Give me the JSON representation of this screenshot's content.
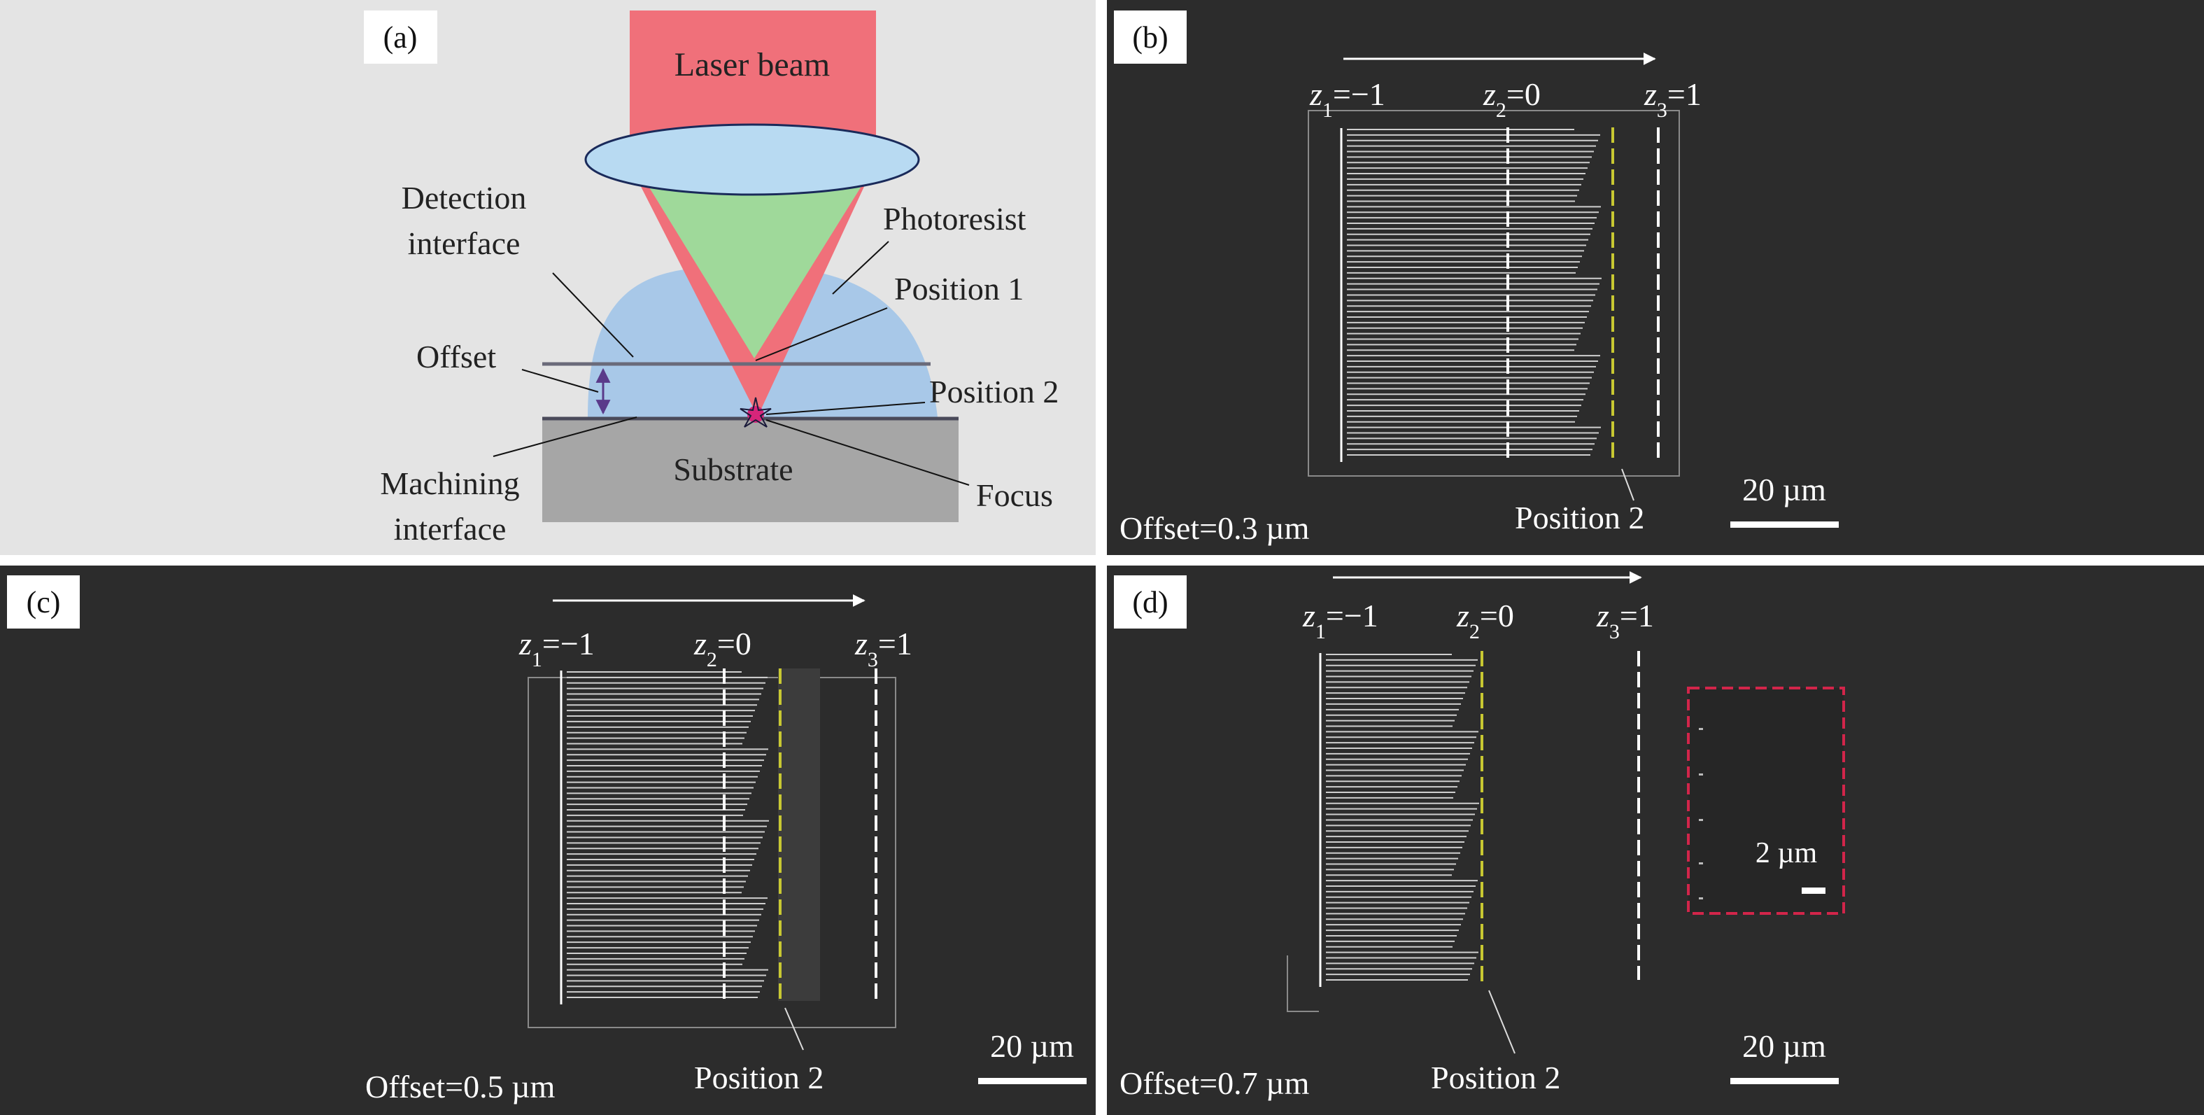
{
  "panels": {
    "a": {
      "tag": "(a)",
      "labels": {
        "laser_beam": "Laser beam",
        "detection": "Detection",
        "interface": "interface",
        "photoresist": "Photoresist",
        "position1": "Position 1",
        "offset": "Offset",
        "position2": "Position 2",
        "substrate": "Substrate",
        "machining": "Machining",
        "machining_interface": "interface",
        "focus": "Focus"
      },
      "colors": {
        "laser": "#f0707a",
        "lens": "#b8daf2",
        "cone": "#9fd99a",
        "photoresist": "#a8c8e8",
        "substrate": "#a6a6a6",
        "background": "#e4e4e4",
        "focus": "#d6257a"
      }
    },
    "b": {
      "tag": "(b)",
      "z1_var": "z",
      "z1_sub": "1",
      "z1_val": "=−1",
      "z2_var": "z",
      "z2_sub": "2",
      "z2_val": "=0",
      "z3_var": "z",
      "z3_sub": "3",
      "z3_val": "=1",
      "offset": "Offset=0.3 µm",
      "position": "Position 2",
      "scale": "20 µm"
    },
    "c": {
      "tag": "(c)",
      "z1_var": "z",
      "z1_sub": "1",
      "z1_val": "=−1",
      "z2_var": "z",
      "z2_sub": "2",
      "z2_val": "=0",
      "z3_var": "z",
      "z3_sub": "3",
      "z3_val": "=1",
      "offset": "Offset=0.5 µm",
      "position": "Position 2",
      "scale": "20 µm"
    },
    "d": {
      "tag": "(d)",
      "z1_var": "z",
      "z1_sub": "1",
      "z1_val": "=−1",
      "z2_var": "z",
      "z2_sub": "2",
      "z2_val": "=0",
      "z3_var": "z",
      "z3_sub": "3",
      "z3_val": "=1",
      "offset": "Offset=0.7 µm",
      "position": "Position 2",
      "scale": "20 µm",
      "inset_scale": "2 µm"
    }
  }
}
